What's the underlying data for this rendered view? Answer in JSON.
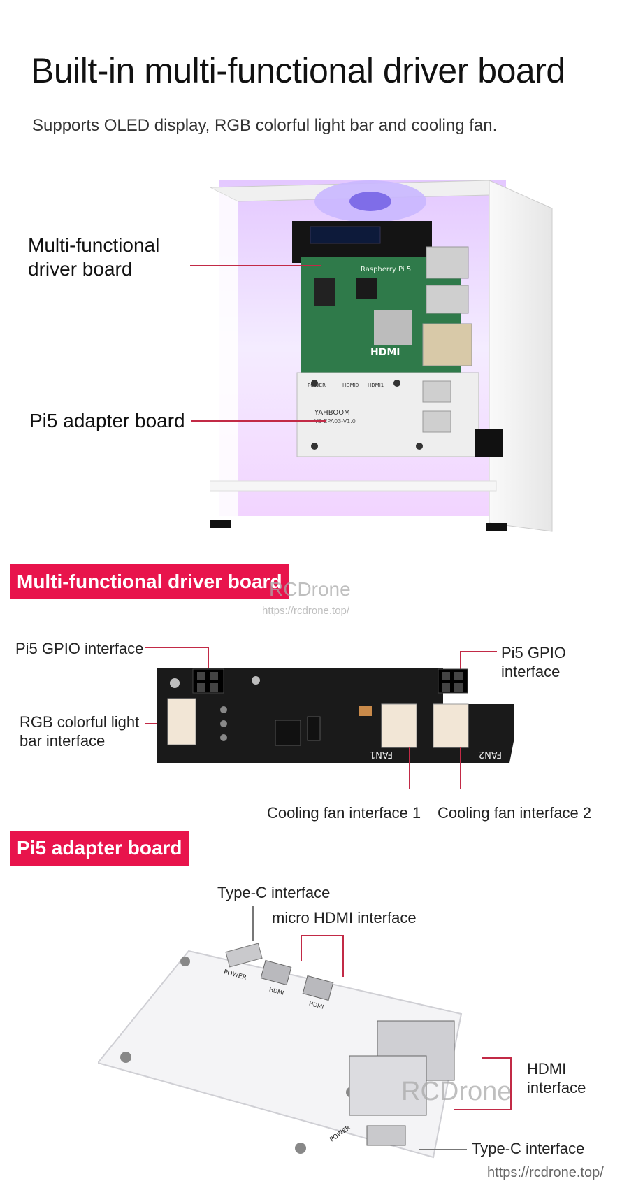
{
  "header": {
    "title": "Built-in multi-functional driver board",
    "subtitle": "Supports OLED display, RGB colorful light bar and cooling fan."
  },
  "case_photo": {
    "label_driver": "Multi-functional\ndriver board",
    "label_driver_line1": "Multi-functional",
    "label_driver_line2": "driver board",
    "label_adapter": "Pi5 adapter board",
    "board_print": "Raspberry Pi 5",
    "hdmi_print": "HDMI",
    "adapter_print": "YAHBOOM",
    "adapter_model": "YB-EPA03-V1.0",
    "port_power": "POWER",
    "port_hdmi0": "HDMI0",
    "port_hdmi1": "HDMI1"
  },
  "section_driver": {
    "banner": "Multi-functional driver board",
    "gpio_left": "Pi5 GPIO interface",
    "gpio_right_line1": "Pi5 GPIO",
    "gpio_right_line2": "interface",
    "rgb_line1": "RGB colorful light",
    "rgb_line2": "bar interface",
    "fan1": "Cooling fan interface 1",
    "fan2": "Cooling fan interface 2",
    "pcb_fan1": "FAN1",
    "pcb_fan2": "FAN2"
  },
  "section_adapter": {
    "banner": "Pi5 adapter board",
    "typec_top": "Type-C interface",
    "micro_hdmi": "micro HDMI interface",
    "hdmi_line1": "HDMI",
    "hdmi_line2": "interface",
    "typec_bottom": "Type-C interface",
    "pcb_power": "POWER",
    "pcb_hdmi": "HDMI"
  },
  "watermark": {
    "brand": "RCDrone",
    "url": "https://rcdrone.top/"
  },
  "colors": {
    "accent": "#e8144c",
    "leader_red": "#c22a46",
    "pcb_black": "#1a1a1a",
    "pcb_green": "#2f7a4a"
  }
}
